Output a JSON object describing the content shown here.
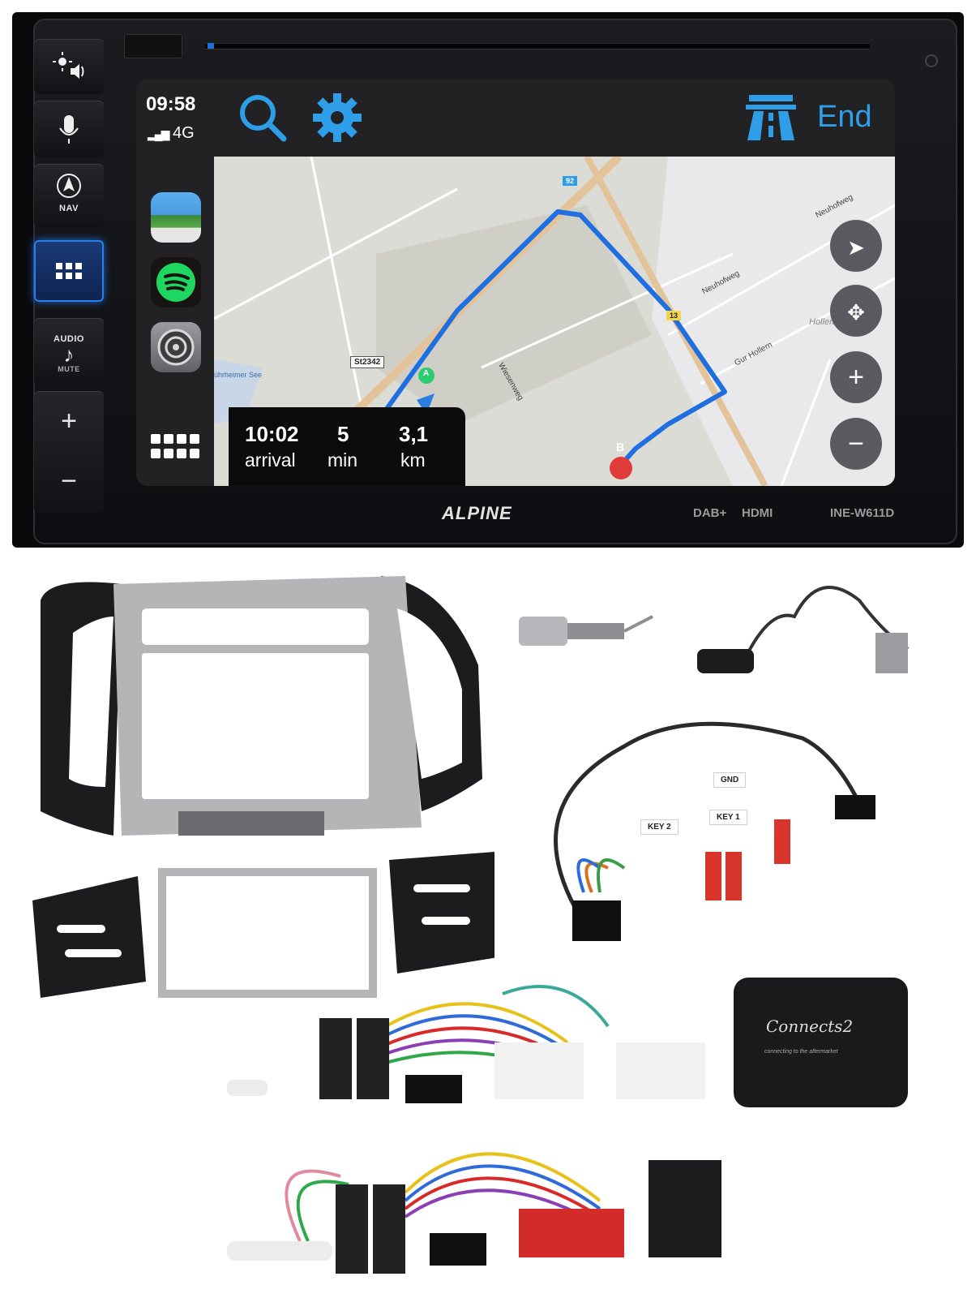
{
  "device": {
    "status_time": "09:58",
    "network": "4G",
    "brand": "ALPINE",
    "model": "INE-W611D",
    "badges": [
      "DAB+",
      "HDMI"
    ]
  },
  "hardware_buttons": [
    {
      "label": "",
      "icon": "sun-speaker-icon"
    },
    {
      "label": "",
      "icon": "microphone-icon"
    },
    {
      "label": "NAV",
      "icon": "navigation-icon"
    },
    {
      "label": "",
      "icon": "grid-icon"
    },
    {
      "label": "AUDIO",
      "icon": "music-note-icon",
      "sublabel": "MUTE"
    },
    {
      "label": "+",
      "icon": "volume-up-icon"
    },
    {
      "label": "−",
      "icon": "volume-down-icon"
    }
  ],
  "nav_header": {
    "end_label": "End"
  },
  "map": {
    "roads": [
      "92",
      "13",
      "St2342",
      "Neuhofweg",
      "Wiesenweg",
      "Gur Hollern",
      "Hollern",
      "Neuhofweg"
    ],
    "lake_label": "ührheimer See",
    "destination_marker": "B",
    "origin_marker": "A"
  },
  "trip": {
    "arrival_value": "10:02",
    "arrival_label": "arrival",
    "duration_value": "5",
    "duration_label": "min",
    "distance_value": "3,1",
    "distance_label": "km"
  },
  "map_controls": [
    "locate",
    "pan",
    "zoom-in",
    "zoom-out"
  ],
  "wiring_labels": {
    "gnd": "GND",
    "key1": "KEY 1",
    "key2": "KEY 2"
  },
  "interface_box": {
    "logo": "Connects2",
    "tagline": "connecting to the aftermarket"
  },
  "colors": {
    "route": "#1f6fe0",
    "icon_blue": "#2f9ee8",
    "frame_silver": "#b5b5b8",
    "frame_black": "#1c1c1e"
  }
}
